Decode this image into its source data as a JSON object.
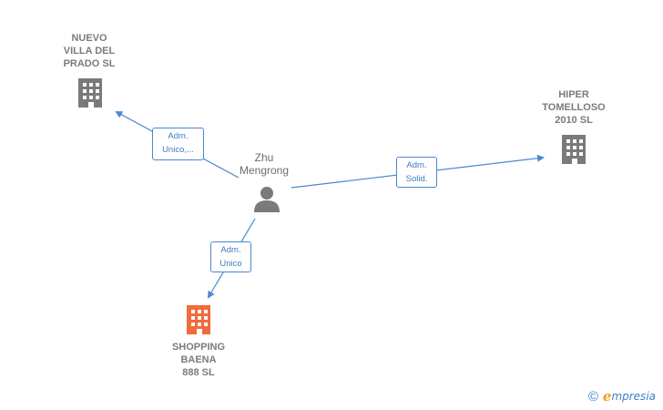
{
  "colors": {
    "company": "#7a7a7a",
    "company_highlight": "#f26a3d",
    "person": "#7a7a7a",
    "edge": "#4a88cf"
  },
  "nodes": {
    "nuevo_villa": {
      "label": "NUEVO\nVILLA DEL\nPRADO  SL",
      "icon": "building-icon"
    },
    "hiper": {
      "label": "HIPER\nTOMELLOSO\n2010 SL",
      "icon": "building-icon"
    },
    "person": {
      "label": "Zhu\nMengrong",
      "icon": "person-icon"
    },
    "shopping": {
      "label": "SHOPPING\nBAENA\n888  SL",
      "icon": "building-icon"
    }
  },
  "edges": {
    "to_nuevo": {
      "label": "Adm.\nUnico,..."
    },
    "to_hiper": {
      "label": "Adm.\nSolid."
    },
    "to_shopping": {
      "label": "Adm.\nUnico"
    }
  },
  "watermark": {
    "copyright": "©",
    "brand_initial": "e",
    "brand_rest": "mpresia"
  }
}
